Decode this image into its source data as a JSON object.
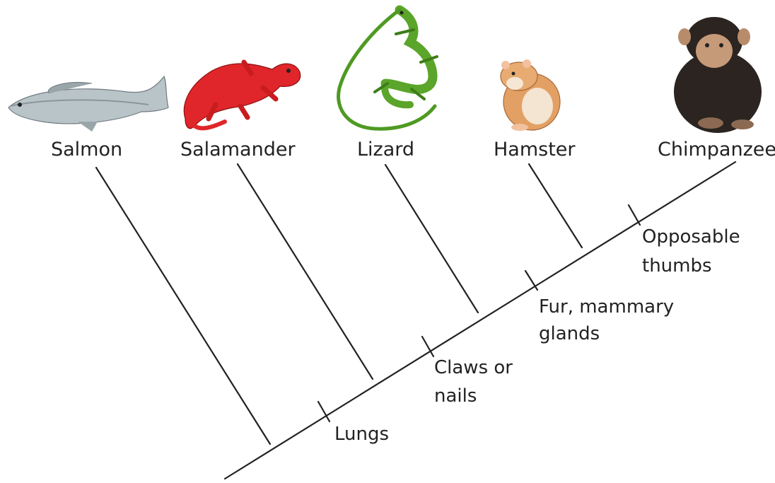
{
  "taxa": [
    {
      "name": "Salmon",
      "picture": "salmon-illustration"
    },
    {
      "name": "Salamander",
      "picture": "salamander-illustration"
    },
    {
      "name": "Lizard",
      "picture": "lizard-illustration"
    },
    {
      "name": "Hamster",
      "picture": "hamster-illustration"
    },
    {
      "name": "Chimpanzee",
      "picture": "chimpanzee-illustration"
    }
  ],
  "traits": [
    {
      "line1": "Lungs",
      "line2": ""
    },
    {
      "line1": "Claws or",
      "line2": "nails"
    },
    {
      "line1": "Fur, mammary",
      "line2": "glands"
    },
    {
      "line1": "Opposable",
      "line2": "thumbs"
    }
  ],
  "colors": {
    "line": "#222222",
    "salmon_body": "#b9c4c8",
    "salamander_body": "#e0262a",
    "lizard_body": "#5aa52a",
    "hamster_body": "#e3a064",
    "chimp_body": "#2b2420"
  }
}
